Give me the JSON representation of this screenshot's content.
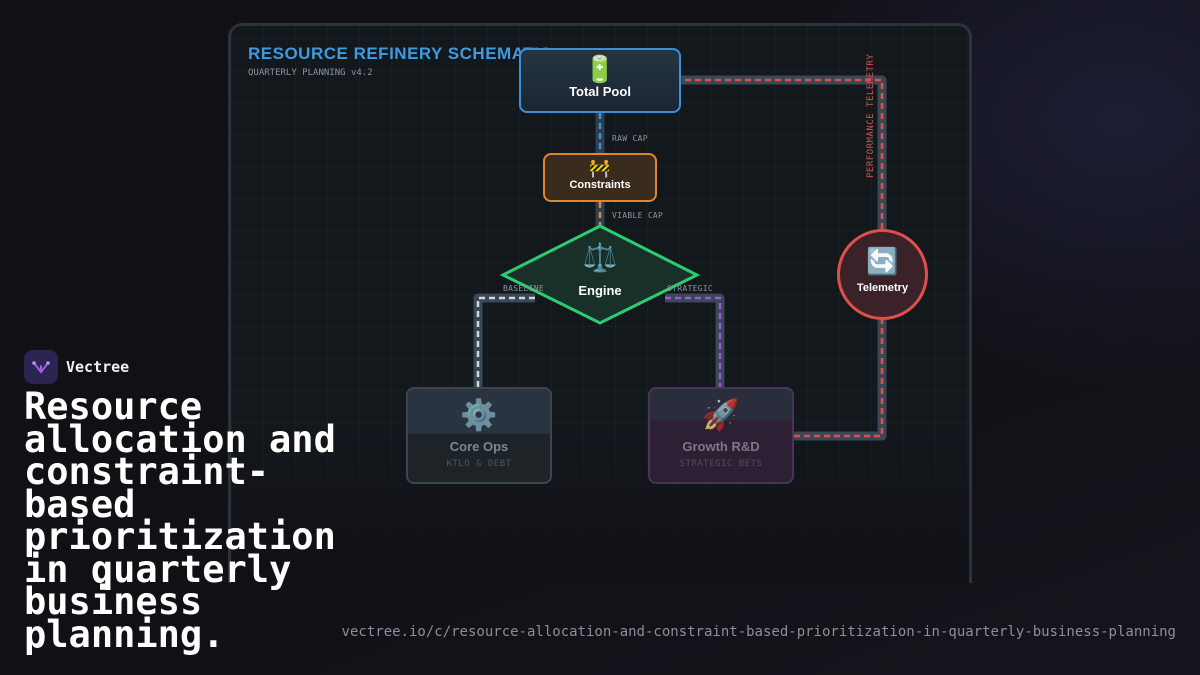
{
  "brand": {
    "name": "Vectree"
  },
  "headline": "Resource allocation and constraint-based prioritization in quarterly business planning.",
  "url": "vectree.io/c/resource-allocation-and-constraint-based-prioritization-in-quarterly-business-planning",
  "diagram": {
    "title": "RESOURCE REFINERY SCHEMATIC",
    "subtitle": "QUARTERLY PLANNING v4.2",
    "nodes": {
      "total_pool": {
        "icon": "battery-icon",
        "glyph": "🔋",
        "label": "Total Pool"
      },
      "constraints": {
        "icon": "construction-barrier-icon",
        "glyph": "🚧",
        "label": "Constraints"
      },
      "engine": {
        "icon": "balance-scale-icon",
        "glyph": "⚖️",
        "label": "Engine"
      },
      "telemetry": {
        "icon": "refresh-cycle-icon",
        "glyph": "🔄",
        "label": "Telemetry"
      },
      "core_ops": {
        "icon": "gear-icon",
        "glyph": "⚙️",
        "label": "Core Ops",
        "sublabel": "KTLO & DEBT"
      },
      "growth_rd": {
        "icon": "rocket-icon",
        "glyph": "🚀",
        "label": "Growth R&D",
        "sublabel": "STRATEGIC BETS"
      }
    },
    "edge_labels": {
      "raw_cap": "RAW CAP",
      "viable_cap": "VIABLE CAP",
      "baseline": "BASELINE",
      "strategic": "STRATEGIC",
      "performance_telemetry": "PERFORMANCE TELEMETRY"
    },
    "colors": {
      "pool": "#3b8fd8",
      "constraints": "#e0852e",
      "engine": "#2ecc71",
      "telemetry": "#e0504a",
      "strategic": "#9b59d6",
      "baseline": "#d0d6dc"
    }
  }
}
